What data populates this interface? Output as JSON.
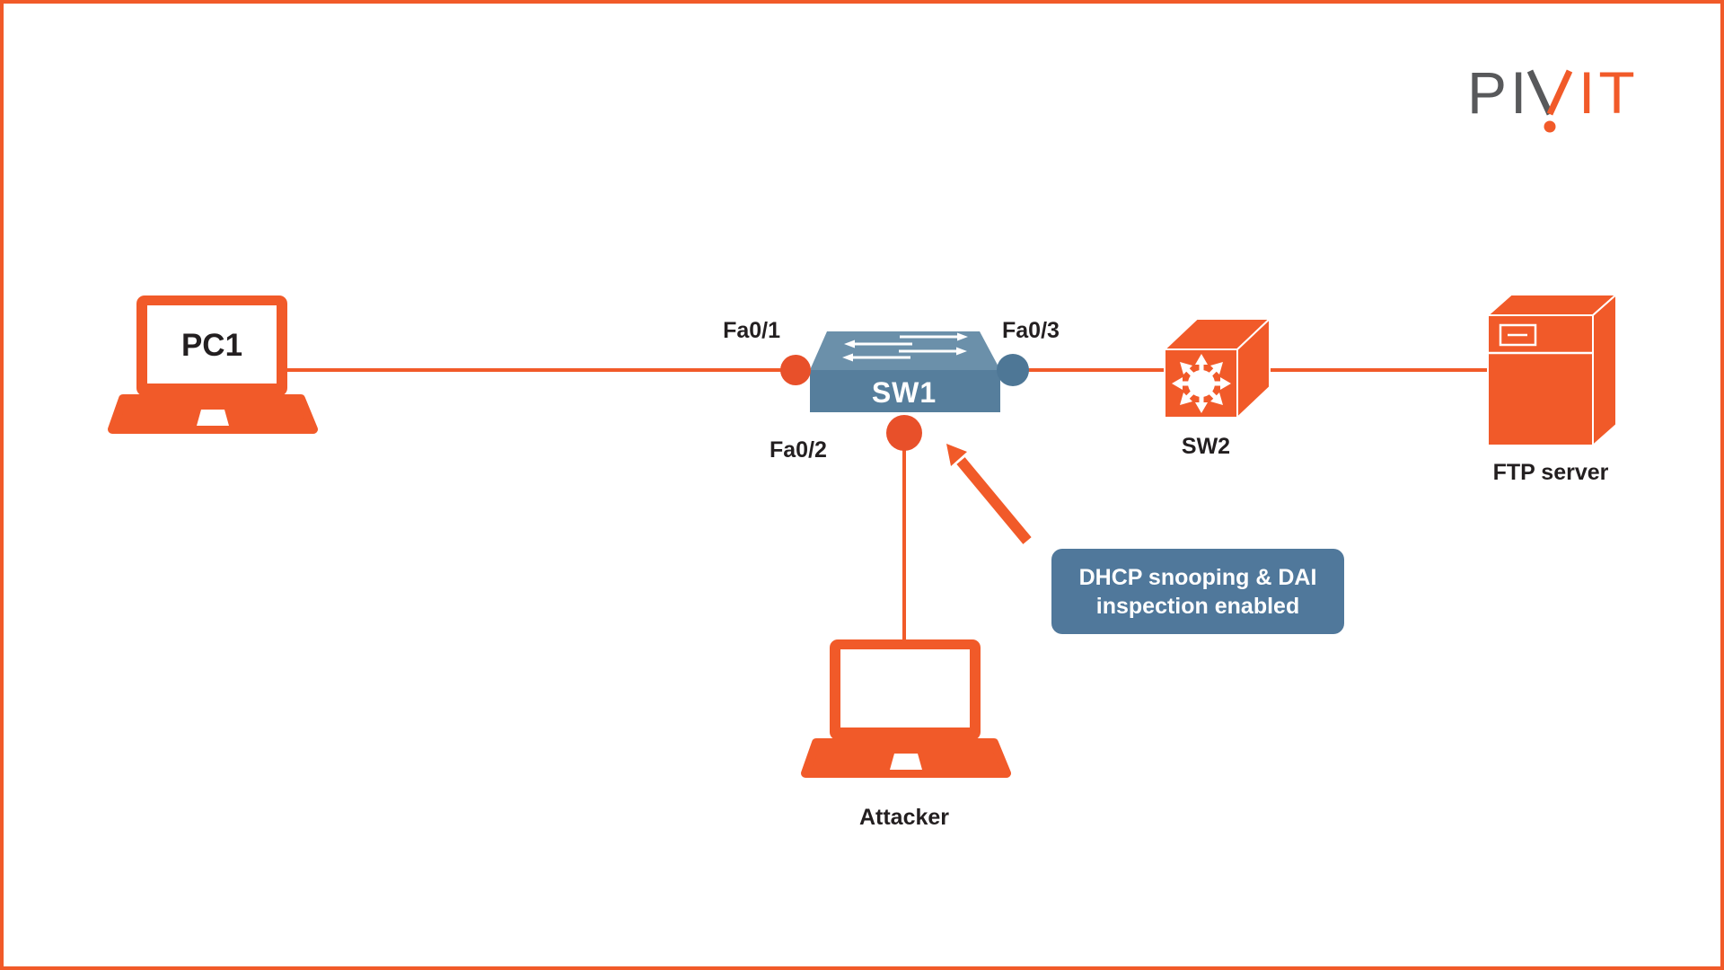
{
  "logo": {
    "gray_text": "PI",
    "orange_text": "IT",
    "brand": "PIVIT"
  },
  "devices": {
    "pc1": {
      "label": "PC1"
    },
    "sw1": {
      "label": "SW1"
    },
    "sw2": {
      "label": "SW2"
    },
    "ftp_server": {
      "label": "FTP server"
    },
    "attacker": {
      "label": "Attacker"
    }
  },
  "ports": {
    "fa0_1": {
      "label": "Fa0/1"
    },
    "fa0_2": {
      "label": "Fa0/2"
    },
    "fa0_3": {
      "label": "Fa0/3"
    }
  },
  "callout": {
    "line1": "DHCP snooping & DAI",
    "line2": "inspection enabled"
  },
  "colors": {
    "orange": "#F15A29",
    "port_orange": "#E8502A",
    "switch_top": "#6B90AA",
    "switch_front": "#567E9C",
    "port_blue": "#4E7796",
    "callout_bg": "#50789B",
    "text_dark": "#231F20",
    "logo_gray": "#58595B",
    "background": "#FFFFFF"
  }
}
